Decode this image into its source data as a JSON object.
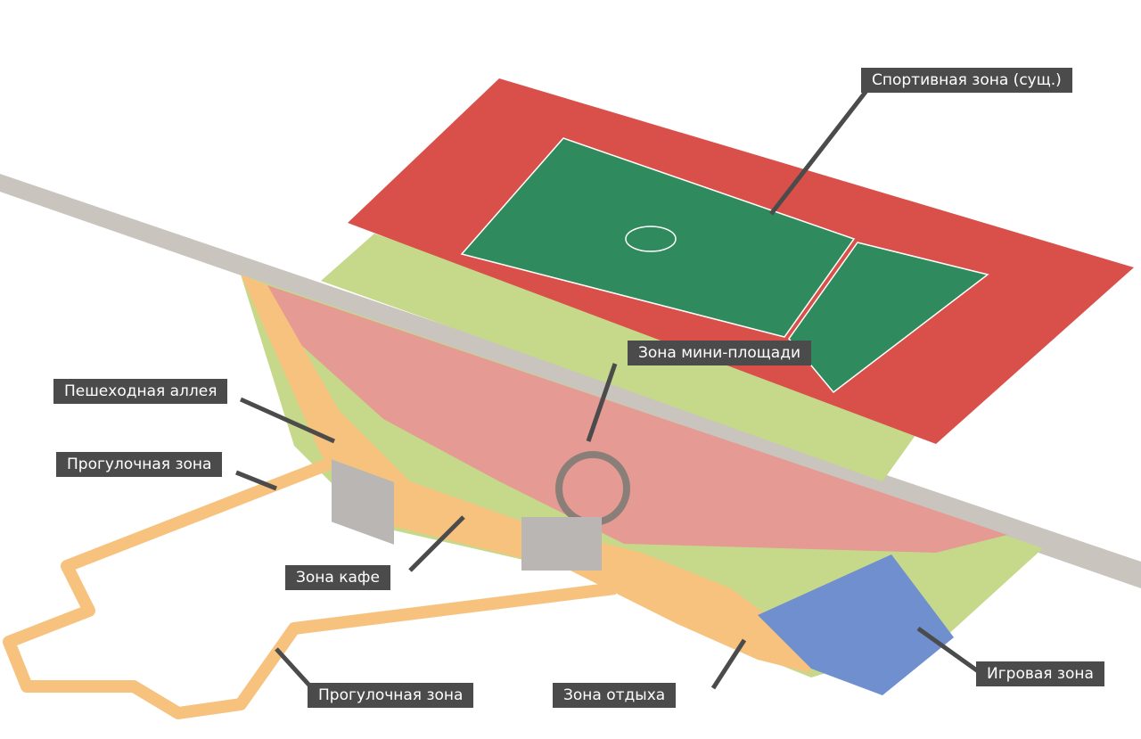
{
  "labels": {
    "sport": "Спортивная зона (сущ.)",
    "mini_square": "Зона мини-площади",
    "pedestrian": "Пешеходная аллея",
    "walk_1": "Прогулочная зона",
    "cafe": "Зона кафе",
    "walk_2": "Прогулочная зона",
    "rest": "Зона отдыха",
    "play": "Игровая зона"
  },
  "colors": {
    "track": "#d9504a",
    "field": "#2f8a5e",
    "lawn": "#c6d98a",
    "plaza": "#e59a94",
    "path": "#f6c27e",
    "play": "#6f8fcf",
    "road": "#c9c4bd",
    "label_bg": "#4b4b4b"
  }
}
